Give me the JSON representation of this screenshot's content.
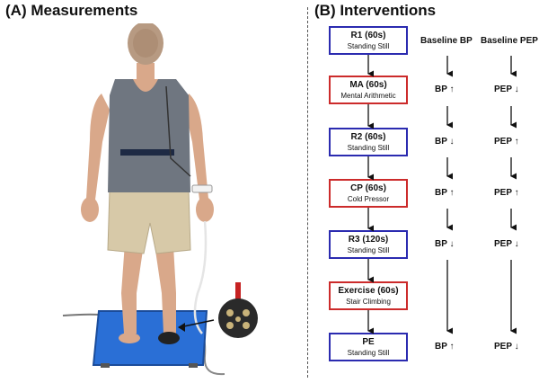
{
  "panels": {
    "a_title": "(A) Measurements",
    "b_title": "(B) Interventions"
  },
  "columns": {
    "bp": "Baseline BP",
    "pep": "Baseline PEP"
  },
  "steps": [
    {
      "name": "R1 (60s)",
      "desc": "Standing Still",
      "color": "#2b2bb0"
    },
    {
      "name": "MA (60s)",
      "desc": "Mental Arithmetic",
      "color": "#cc2b2b"
    },
    {
      "name": "R2 (60s)",
      "desc": "Standing Still",
      "color": "#2b2bb0"
    },
    {
      "name": "CP (60s)",
      "desc": "Cold Pressor",
      "color": "#cc2b2b"
    },
    {
      "name": "R3 (120s)",
      "desc": "Standing Still",
      "color": "#2b2bb0"
    },
    {
      "name": "Exercise (60s)",
      "desc": "Stair Climbing",
      "color": "#cc2b2b"
    },
    {
      "name": "PE",
      "desc": "Standing Still",
      "color": "#2b2bb0"
    }
  ],
  "responses": {
    "ma": {
      "bp": "BP ↑",
      "pep": "PEP ↓"
    },
    "r2": {
      "bp": "BP ↓",
      "pep": "PEP ↑"
    },
    "cp": {
      "bp": "BP ↑",
      "pep": "PEP ↑"
    },
    "r3": {
      "bp": "BP ↓",
      "pep": "PEP ↓"
    },
    "pe": {
      "bp": "BP ↑",
      "pep": "PEP ↓"
    }
  }
}
